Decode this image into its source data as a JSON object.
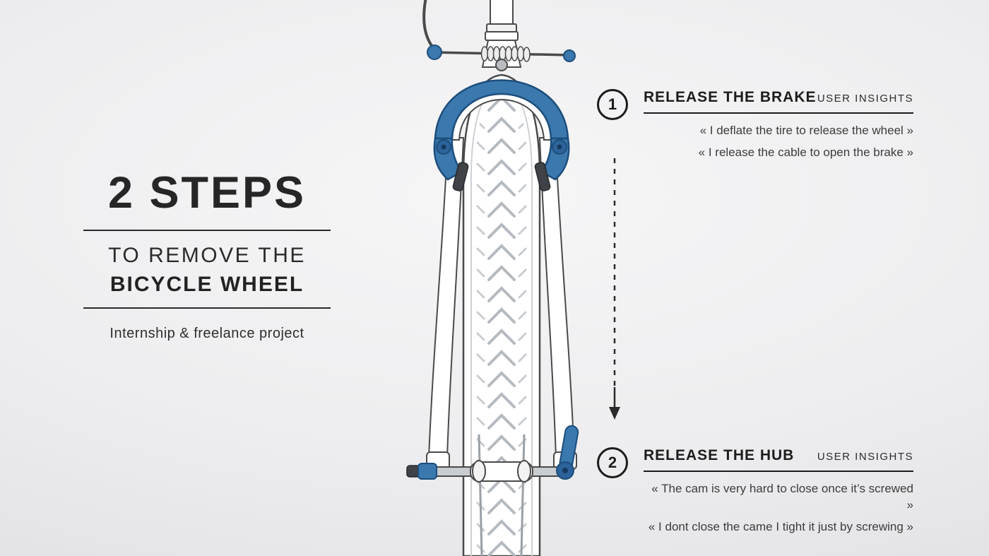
{
  "colors": {
    "accent_blue": "#3b78ae",
    "accent_blue_dark": "#1d4e7c",
    "ink": "#1c1c1c",
    "background_center": "#f6f6f7",
    "background_edge": "#dddde0"
  },
  "title_block": {
    "heading": "2 STEPS",
    "subtitle_regular": "TO REMOVE THE",
    "subtitle_bold": "BICYCLE WHEEL",
    "caption": "Internship & freelance project"
  },
  "steps": [
    {
      "number": "1",
      "title": "RELEASE THE BRAKE",
      "tag": "USER INSIGHTS",
      "quotes": [
        "« I deflate the tire to release the wheel »",
        "« I release the cable to open the brake »"
      ]
    },
    {
      "number": "2",
      "title": "RELEASE THE HUB",
      "tag": "USER INSIGHTS",
      "quotes": [
        "« The cam is very hard to close once it’s screwed »",
        "« I dont close the came I tight it just by screwing »"
      ]
    }
  ],
  "illustration": {
    "name": "bicycle-front-wheel-and-fork-front-view",
    "highlighted_parts": [
      "brake-caliper",
      "hub-quick-release"
    ]
  }
}
